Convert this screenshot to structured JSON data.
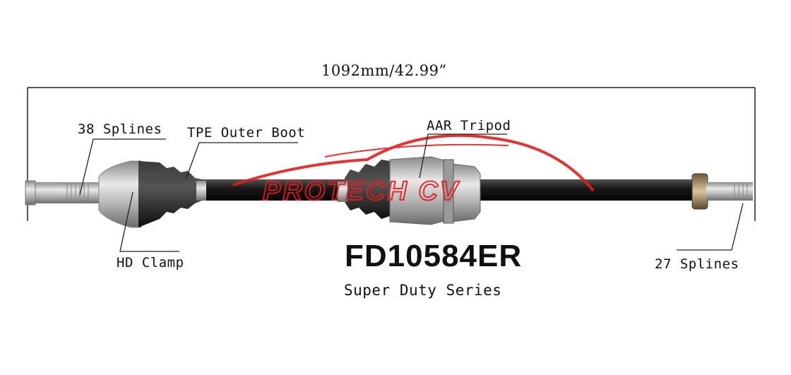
{
  "dimension": "1092mm/42.99”",
  "callouts": {
    "outer_splines": "38 Splines",
    "outer_boot": "TPE Outer Boot",
    "tripod": "AAR Tripod",
    "clamp": "HD Clamp",
    "inner_splines": "27 Splines"
  },
  "part_number": "FD10584ER",
  "series": "Super Duty Series",
  "watermark": "PROTECH CV",
  "colors": {
    "watermark": "#e41c1c",
    "metal": "#b8b8b8",
    "boot": "#1a1a1a"
  }
}
